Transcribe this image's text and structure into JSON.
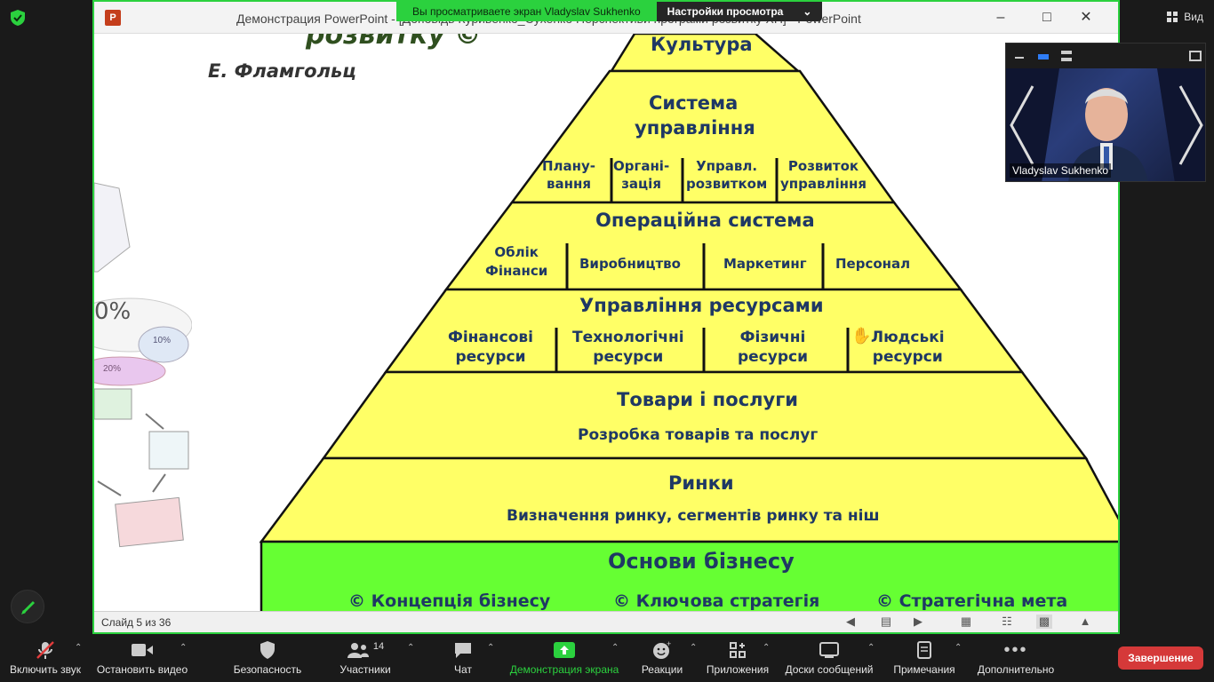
{
  "window": {
    "title": "Демонстрация PowerPoint - [Доповідь Куривенко_Сухенко Перспективи програми розвитку ХП] - PowerPoint",
    "app_icon": "P"
  },
  "share_banner": {
    "viewing_text": "Вы просматриваете экран Vladyslav Sukhenko",
    "settings_label": "Настройки просмотра"
  },
  "top_right": {
    "view_label": "Вид"
  },
  "slide": {
    "heading_partial": "розвитку ©",
    "author": "Е. Фламгольц",
    "levels": {
      "culture": "Культура",
      "management_system": [
        "Система",
        "управління"
      ],
      "mgmt_cells": [
        [
          "Плану-",
          "вання"
        ],
        [
          "Органі-",
          "зація"
        ],
        [
          "Управл.",
          "розвитком"
        ],
        [
          "Розвиток",
          "управління"
        ]
      ],
      "operational_system": "Операційна система",
      "ops_cells": [
        [
          "Облік",
          "Фінанси"
        ],
        [
          "Виробництво"
        ],
        [
          "Маркетинг"
        ],
        [
          "Персонал"
        ]
      ],
      "resource_management": "Управління ресурсами",
      "resource_cells": [
        [
          "Фінансові",
          "ресурси"
        ],
        [
          "Технологічні",
          "ресурси"
        ],
        [
          "Фізичні",
          "ресурси"
        ],
        [
          "Людські",
          "ресурси"
        ]
      ],
      "products_title": "Товари і послуги",
      "products_sub": "Розробка товарів та послуг",
      "markets_title": "Ринки",
      "markets_sub": "Визначення ринку, сегментів ринку та ніш",
      "foundations_title": "Основи бізнесу",
      "foundation_items": [
        "© Концепція бізнесу",
        "© Ключова стратегія",
        "© Стратегічна мета"
      ]
    },
    "decor": {
      "pct_left": "0%",
      "pct_small": "10%",
      "pct_pink": "20%"
    },
    "colors": {
      "pyramid_yellow": "#ffff66",
      "foundation_green": "#66ff33",
      "text_navy": "#1f3864"
    }
  },
  "status_bar": {
    "slide_counter": "Слайд 5 из 36"
  },
  "video": {
    "participant_name": "Vladyslav Sukhenko"
  },
  "toolbar": {
    "mute": "Включить звук",
    "video": "Остановить видео",
    "security": "Безопасность",
    "participants": "Участники",
    "participants_count": "14",
    "chat": "Чат",
    "share": "Демонстрация экрана",
    "reactions": "Реакции",
    "apps": "Приложения",
    "whiteboards": "Доски сообщений",
    "notes": "Примечания",
    "more": "Дополнительно",
    "end": "Завершение"
  },
  "colors": {
    "share_green": "#2bd13e",
    "end_red": "#d53939"
  }
}
